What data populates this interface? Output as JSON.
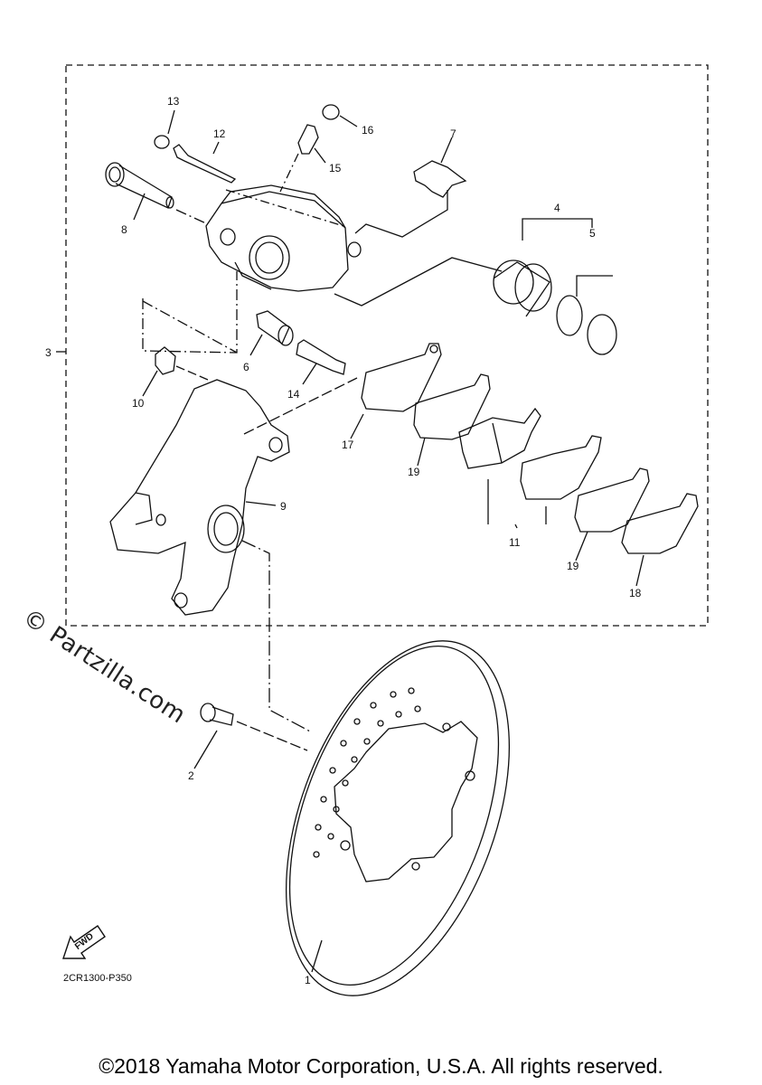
{
  "labels": {
    "p1": "1",
    "p2": "2",
    "p3": "3",
    "p4": "4",
    "p5": "5",
    "p6": "6",
    "p7": "7",
    "p8": "8",
    "p9": "9",
    "p10": "10",
    "p11": "11",
    "p12": "12",
    "p13": "13",
    "p14": "14",
    "p15": "15",
    "p16": "16",
    "p17": "17",
    "p18": "18",
    "p19a": "19",
    "p19b": "19"
  },
  "watermark": "© Partzilla.com",
  "fwd": "FWD",
  "drawing_code": "2CR1300-P350",
  "copyright": "©2018 Yamaha Motor Corporation, U.S.A. All rights reserved."
}
